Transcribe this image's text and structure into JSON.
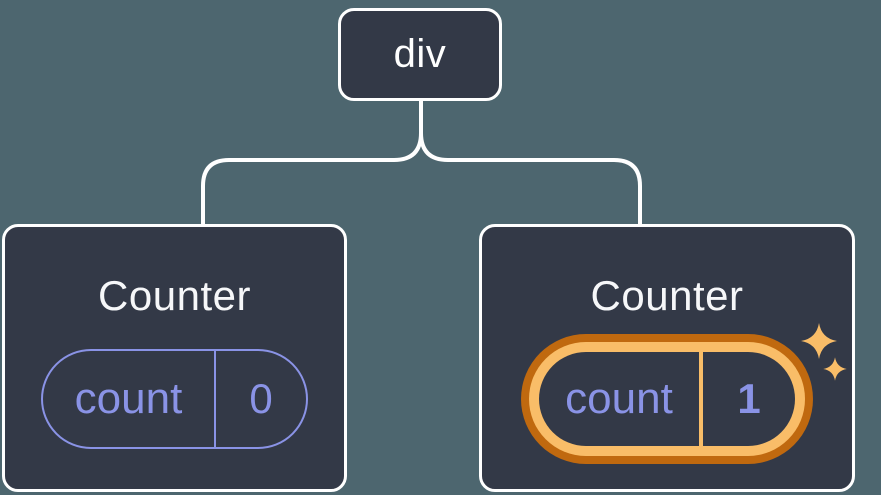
{
  "diagram": {
    "root": {
      "label": "div"
    },
    "nodes": [
      {
        "title": "Counter",
        "state_pill": {
          "label": "count",
          "value": "0"
        },
        "highlighted": false
      },
      {
        "title": "Counter",
        "state_pill": {
          "label": "count",
          "value": "1"
        },
        "highlighted": true,
        "icons": [
          "sparkle-icon-large",
          "sparkle-icon-small"
        ]
      }
    ]
  },
  "colors": {
    "background": "#4d666f",
    "node_fill": "#333947",
    "node_border": "#ffffff",
    "connector": "#ffffff",
    "title_color": "#f6f7f9",
    "state_accent": "#8a93e6",
    "highlight_light": "#f9bd68",
    "highlight_dark": "#c0690f"
  }
}
